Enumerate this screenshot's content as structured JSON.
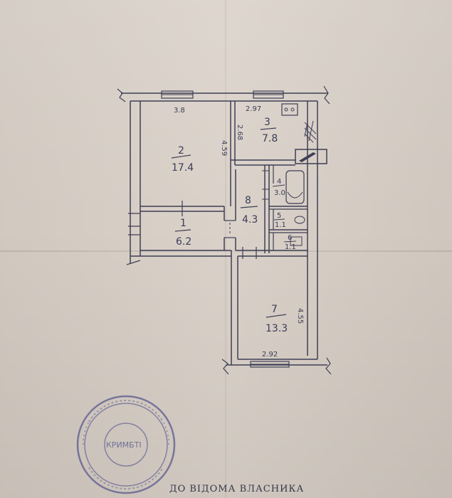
{
  "plan": {
    "dimensions": {
      "room2_width": "3.8",
      "room2_depth": "4.59",
      "room3_width": "2.97",
      "room3_depth": "2.68",
      "room7_width": "2.92",
      "room7_depth": "4.55"
    },
    "rooms": [
      {
        "number": "2",
        "area": "17.4"
      },
      {
        "number": "3",
        "area": "7.8"
      },
      {
        "number": "4",
        "area": "3.0"
      },
      {
        "number": "8",
        "area": "4.3"
      },
      {
        "number": "5",
        "area": "1.1"
      },
      {
        "number": "1",
        "area": "6.2"
      },
      {
        "number": "6",
        "area": "1.1"
      },
      {
        "number": "7",
        "area": "13.3"
      }
    ]
  },
  "caption": "ДО ВІДОМА ВЛАСНИКА",
  "stamp_text": "КРИМБТІ"
}
